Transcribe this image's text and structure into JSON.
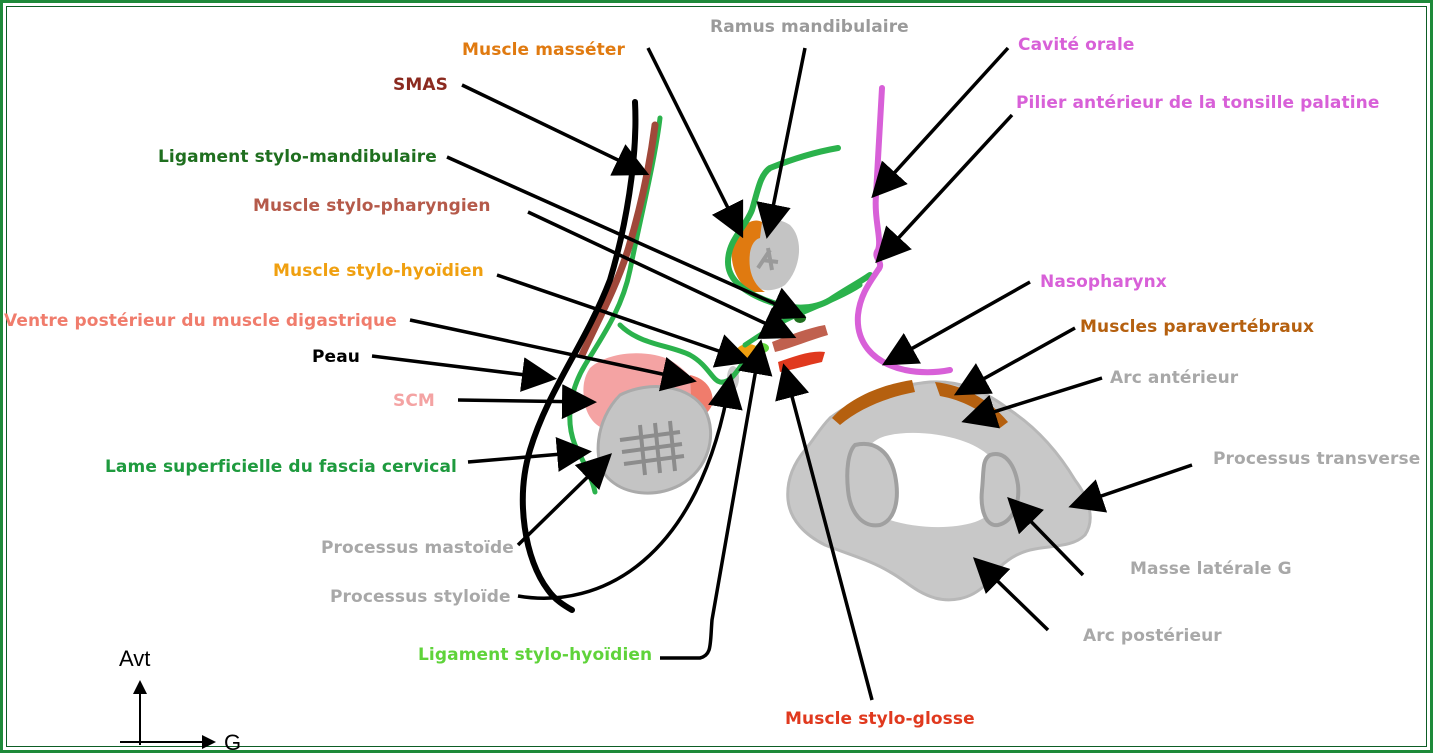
{
  "labels": {
    "ramus_mandibulaire": {
      "text": "Ramus mandibulaire",
      "color": "#9a9a9a"
    },
    "muscle_masseter": {
      "text": "Muscle masséter",
      "color": "#e07a10"
    },
    "smas": {
      "text": "SMAS",
      "color": "#8b2a1f"
    },
    "ligament_stylo_mandibulaire": {
      "text": "Ligament stylo-mandibulaire",
      "color": "#1f6f1f"
    },
    "muscle_stylo_pharyngien": {
      "text": "Muscle stylo-pharyngien",
      "color": "#b55a4a"
    },
    "muscle_stylo_hyoidien": {
      "text": "Muscle stylo-hyoïdien",
      "color": "#f0a010"
    },
    "ventre_posterieur_digastrique": {
      "text": "Ventre postérieur du muscle digastrique",
      "color": "#f07c6c"
    },
    "peau": {
      "text": "Peau",
      "color": "#000000"
    },
    "scm": {
      "text": "SCM",
      "color": "#f4a3a3"
    },
    "lame_superficielle": {
      "text": "Lame superficielle du fascia cervical",
      "color": "#1e9a3e"
    },
    "processus_mastoide": {
      "text": "Processus mastoïde",
      "color": "#a8a8a8"
    },
    "processus_styloide": {
      "text": "Processus styloïde",
      "color": "#a8a8a8"
    },
    "ligament_stylo_hyoidien": {
      "text": "Ligament stylo-hyoïdien",
      "color": "#5fd33a"
    },
    "muscle_stylo_glosse": {
      "text": "Muscle stylo-glosse",
      "color": "#e0391e"
    },
    "cavite_orale": {
      "text": "Cavité orale",
      "color": "#d860d8"
    },
    "pilier_anterieur": {
      "text": "Pilier antérieur de la tonsille palatine",
      "color": "#d860d8"
    },
    "nasopharynx": {
      "text": "Nasopharynx",
      "color": "#d860d8"
    },
    "muscles_paravertebraux": {
      "text": "Muscles paravertébraux",
      "color": "#b5600f"
    },
    "arc_anterieur": {
      "text": "Arc antérieur",
      "color": "#a8a8a8"
    },
    "processus_transverse": {
      "text": "Processus transverse",
      "color": "#a8a8a8"
    },
    "masse_laterale": {
      "text": "Masse latérale G",
      "color": "#a8a8a8"
    },
    "arc_posterieur": {
      "text": "Arc postérieur",
      "color": "#a8a8a8"
    }
  },
  "orientation": {
    "up_label": "Avt",
    "right_label": "G"
  },
  "colors": {
    "frame": "#1e8a3a",
    "bone": "#c8c8c8",
    "bone_dark": "#a0a0a0",
    "fascia": "#2bb24c",
    "skin": "#000000",
    "mucosa": "#d860d8"
  }
}
